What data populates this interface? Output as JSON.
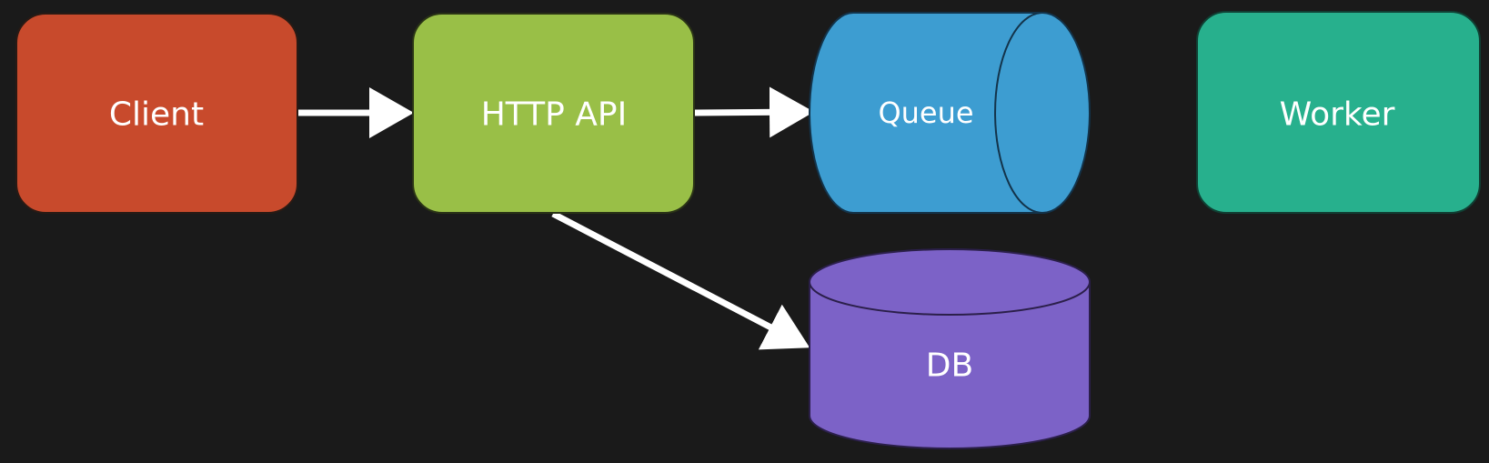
{
  "diagram": {
    "background": "#1a1a1a",
    "nodes": {
      "client": {
        "label": "Client",
        "shape": "rounded-rect",
        "fill": "#c84a2c"
      },
      "api": {
        "label": "HTTP API",
        "shape": "rounded-rect",
        "fill": "#99bf47"
      },
      "queue": {
        "label": "Queue",
        "shape": "horizontal-cylinder",
        "fill": "#3d9dd1"
      },
      "worker": {
        "label": "Worker",
        "shape": "rounded-rect",
        "fill": "#27b08d"
      },
      "db": {
        "label": "DB",
        "shape": "vertical-cylinder",
        "fill": "#7c62c7"
      }
    },
    "edges": [
      {
        "from": "client",
        "to": "api"
      },
      {
        "from": "api",
        "to": "queue"
      },
      {
        "from": "api",
        "to": "db"
      }
    ],
    "edge_color": "#ffffff"
  }
}
